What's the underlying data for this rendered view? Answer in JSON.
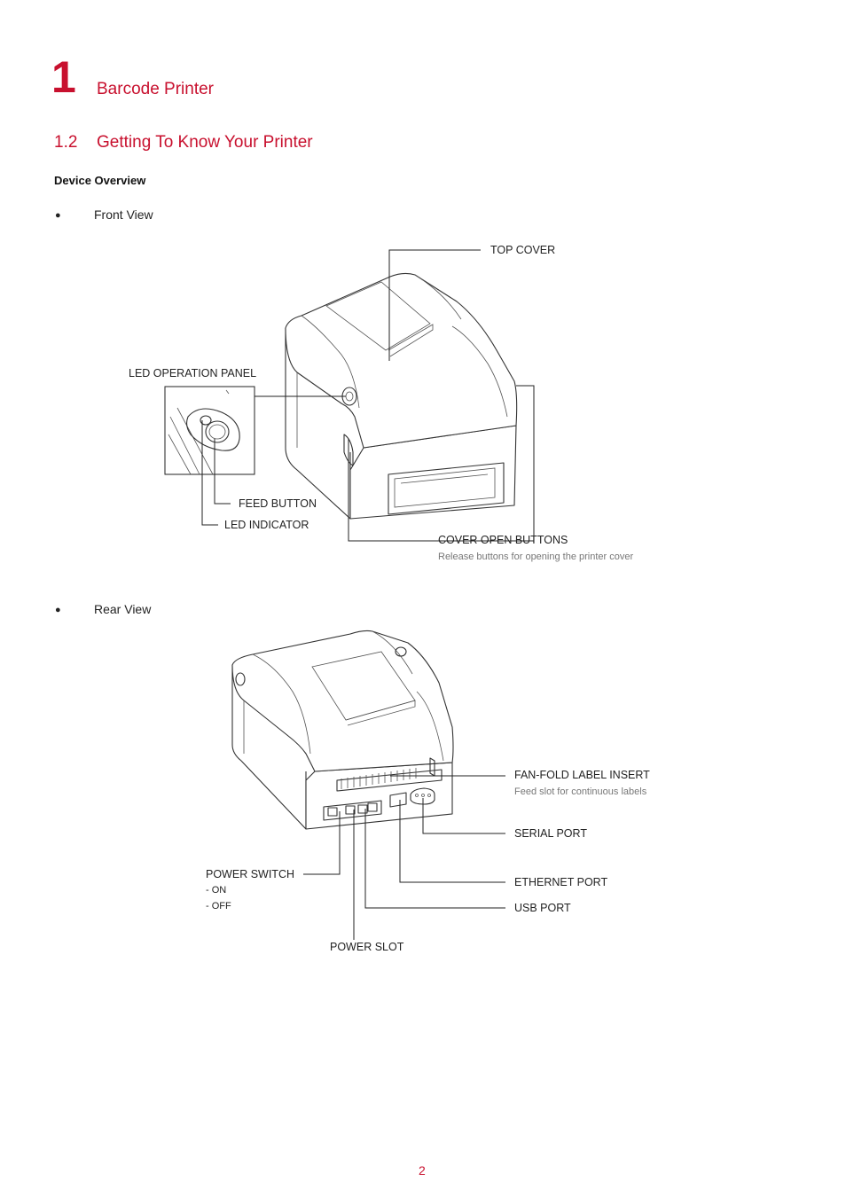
{
  "chapter": {
    "number": "1",
    "title": "Barcode Printer"
  },
  "section": {
    "number": "1.2",
    "title": "Getting To Know Your Printer"
  },
  "subheading": "Device Overview",
  "front_view": {
    "bullet": "Front View",
    "labels": {
      "top_cover": "TOP COVER",
      "led_panel": "LED OPERATION PANEL",
      "feed_button": "FEED BUTTON",
      "led_indicator": "LED INDICATOR",
      "cover_open": "COVER OPEN BUTTONS",
      "cover_open_note": "Release buttons for opening the printer cover"
    }
  },
  "rear_view": {
    "bullet": "Rear View",
    "labels": {
      "fanfold": "FAN-FOLD LABEL INSERT",
      "fanfold_note": "Feed slot for continuous labels",
      "serial": "SERIAL PORT",
      "ethernet": "ETHERNET PORT",
      "usb": "USB PORT",
      "power_switch": "POWER SWITCH",
      "power_on": "- ON",
      "power_off": "- OFF",
      "power_slot": "POWER SLOT"
    }
  },
  "page_number": "2"
}
